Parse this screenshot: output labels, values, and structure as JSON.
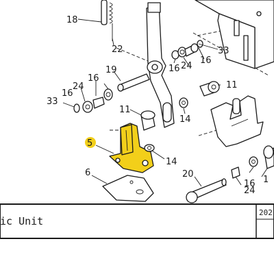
{
  "diagram": {
    "highlight_color": "#f2cf1a",
    "callouts": [
      {
        "id": "18",
        "label": "18"
      },
      {
        "id": "22",
        "label": "22"
      },
      {
        "id": "33a",
        "label": "33"
      },
      {
        "id": "16a",
        "label": "16"
      },
      {
        "id": "24a",
        "label": "24"
      },
      {
        "id": "16b",
        "label": "16"
      },
      {
        "id": "19",
        "label": "19"
      },
      {
        "id": "16c",
        "label": "16"
      },
      {
        "id": "24b",
        "label": "24"
      },
      {
        "id": "16d",
        "label": "16"
      },
      {
        "id": "33b",
        "label": "33"
      },
      {
        "id": "11a",
        "label": "11"
      },
      {
        "id": "14a",
        "label": "14"
      },
      {
        "id": "11b",
        "label": "11"
      },
      {
        "id": "5",
        "label": "5"
      },
      {
        "id": "14b",
        "label": "14"
      },
      {
        "id": "6",
        "label": "6"
      },
      {
        "id": "20",
        "label": "20"
      },
      {
        "id": "16e",
        "label": "16"
      },
      {
        "id": "24c",
        "label": "24"
      },
      {
        "id": "1",
        "label": "1"
      }
    ]
  },
  "title_block": {
    "title": "ic Unit",
    "code": "202"
  }
}
